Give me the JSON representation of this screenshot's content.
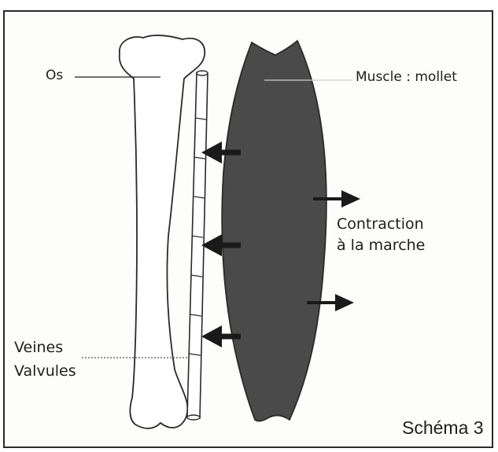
{
  "labels": {
    "bone": "Os",
    "muscle": "Muscle : mollet",
    "contraction_line1": "Contraction",
    "contraction_line2": "à la marche",
    "veins_line1": "Veines",
    "veins_line2": "Valvules",
    "caption": "Schéma 3"
  },
  "colors": {
    "muscle_fill": "#4a4a4a",
    "outline": "#2a2a2a",
    "arrow": "#1a1a1a",
    "paper": "#fdfdfc"
  },
  "icons": {
    "push_arrow": "arrow-left",
    "contraction_arrow": "arrow-right"
  }
}
